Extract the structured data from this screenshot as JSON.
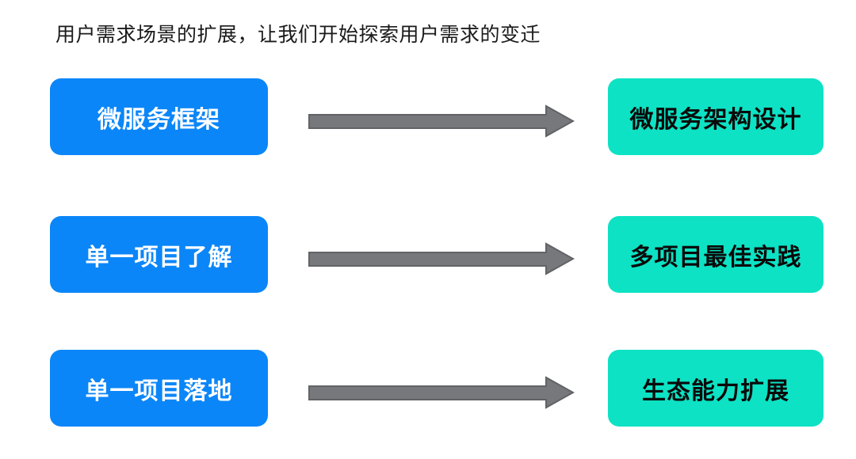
{
  "title": "用户需求场景的扩展，让我们开始探索用户需求的变迁",
  "rows": [
    {
      "source": "微服务框架",
      "target": "微服务架构设计"
    },
    {
      "source": "单一项目了解",
      "target": "多项目最佳实践"
    },
    {
      "source": "单一项目落地",
      "target": "生态能力扩展"
    }
  ],
  "arrow_icon": "right-block-arrow",
  "colors": {
    "source_box": "#0b86f8",
    "target_box": "#0de2c4",
    "arrow_fill": "#77787b",
    "arrow_border": "#626366",
    "source_text": "#ffffff",
    "target_text": "#0a0a0a",
    "title_text": "#1a1a1a",
    "background": "#ffffff"
  }
}
